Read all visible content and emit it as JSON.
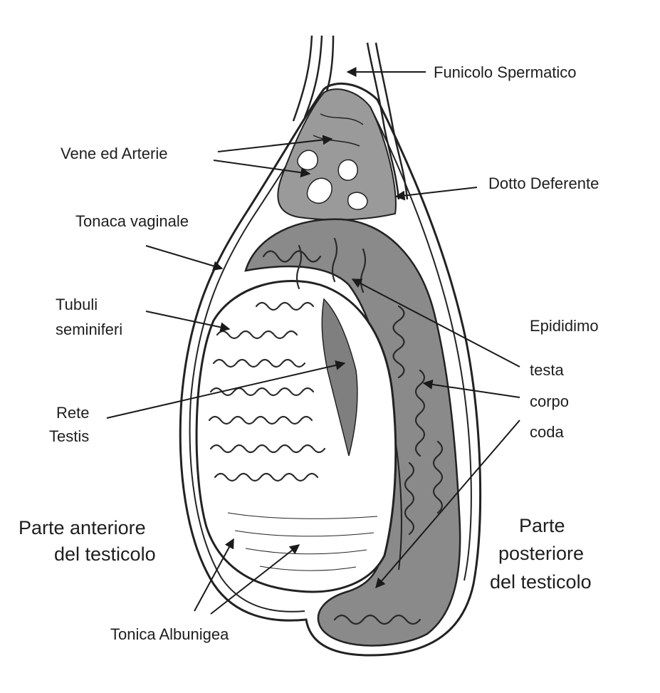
{
  "labels": {
    "funicolo": "Funicolo Spermatico",
    "vene": "Vene ed Arterie",
    "dotto": "Dotto Deferente",
    "tonaca_vaginale": "Tonaca vaginale",
    "tubuli_1": "Tubuli",
    "tubuli_2": "seminiferi",
    "epididimo": "Epididimo",
    "testa": "testa",
    "corpo": "corpo",
    "coda": "coda",
    "rete_1": "Rete",
    "rete_2": "Testis",
    "anteriore_1": "Parte anteriore",
    "anteriore_2": "del testicolo",
    "posteriore_1": "Parte",
    "posteriore_2": "posteriore",
    "posteriore_3": "del testicolo",
    "tonica": "Tonica Albunigea"
  },
  "colors": {
    "ink": "#222222",
    "tissue": "#7a7a7a",
    "rete": "#8c8c8c",
    "background": "#ffffff"
  }
}
